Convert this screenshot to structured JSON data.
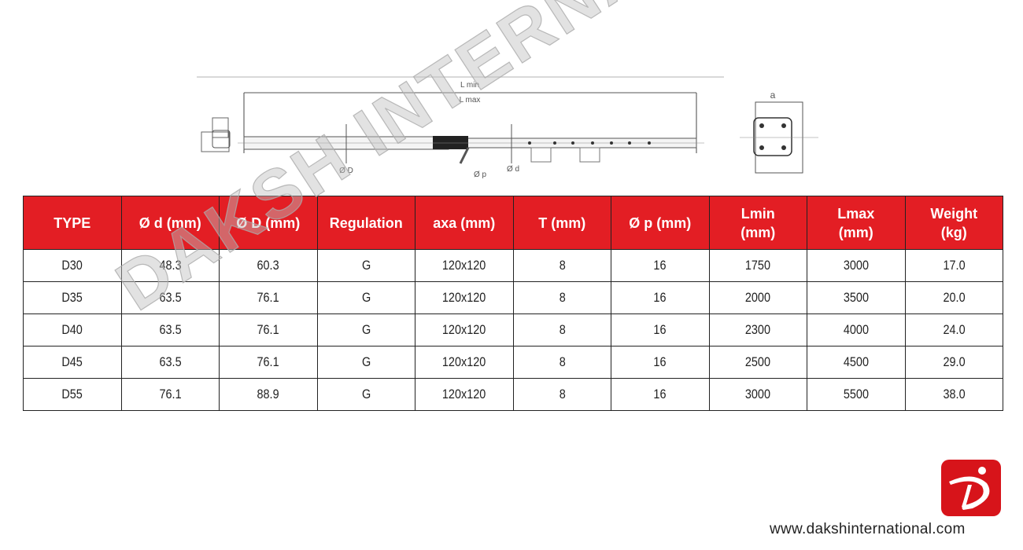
{
  "diagram": {
    "lmin_label": "L min",
    "lmax_label": "L max",
    "od_label": "Ø D",
    "op_label": "Ø p",
    "osd_label": "Ø d",
    "a_label": "a"
  },
  "table": {
    "headers": [
      [
        "TYPE"
      ],
      [
        "Ø d (mm)"
      ],
      [
        "Ø D (mm)"
      ],
      [
        "Regulation"
      ],
      [
        "axa (mm)"
      ],
      [
        "T (mm)"
      ],
      [
        "Ø p (mm)"
      ],
      [
        "Lmin",
        "(mm)"
      ],
      [
        "Lmax",
        "(mm)"
      ],
      [
        "Weight",
        "(kg)"
      ]
    ],
    "rows": [
      [
        "D30",
        "48.3",
        "60.3",
        "G",
        "120x120",
        "8",
        "16",
        "1750",
        "3000",
        "17.0"
      ],
      [
        "D35",
        "63.5",
        "76.1",
        "G",
        "120x120",
        "8",
        "16",
        "2000",
        "3500",
        "20.0"
      ],
      [
        "D40",
        "63.5",
        "76.1",
        "G",
        "120x120",
        "8",
        "16",
        "2300",
        "4000",
        "24.0"
      ],
      [
        "D45",
        "63.5",
        "76.1",
        "G",
        "120x120",
        "8",
        "16",
        "2500",
        "4500",
        "29.0"
      ],
      [
        "D55",
        "76.1",
        "88.9",
        "G",
        "120x120",
        "8",
        "16",
        "3000",
        "5500",
        "38.0"
      ]
    ]
  },
  "watermark": "DAKSH INTERNATIONAL",
  "website": "www.dakshinternational.com",
  "colors": {
    "header": "#e31e24",
    "logo": "#d7141a"
  }
}
